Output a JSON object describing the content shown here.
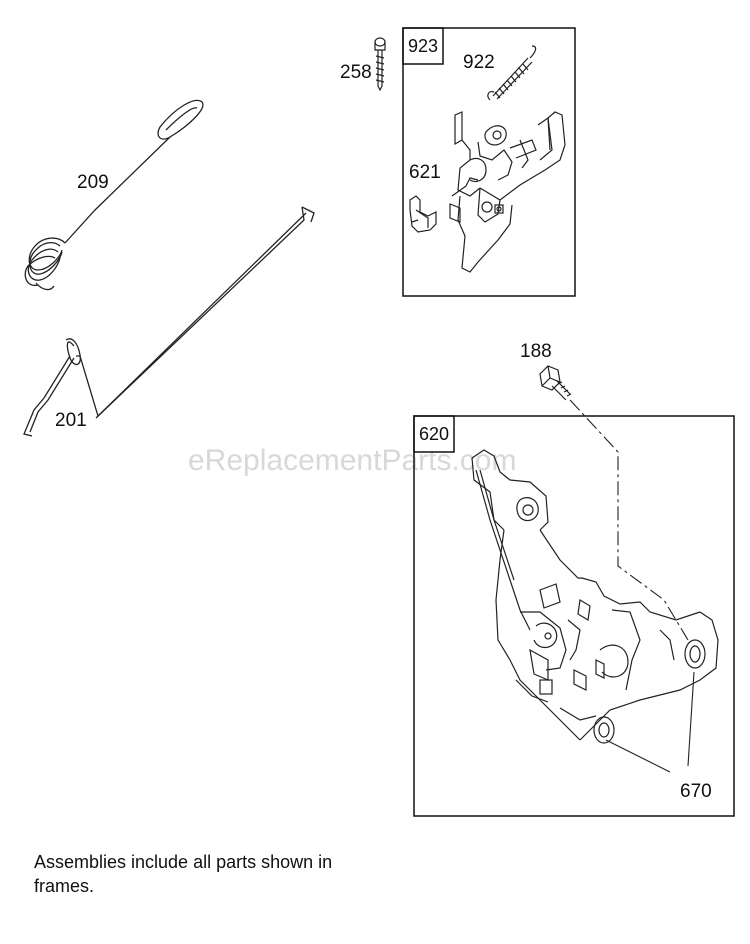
{
  "watermark": "eReplacementParts.com",
  "parts": {
    "p258": "258",
    "p923": "923",
    "p922": "922",
    "p621": "621",
    "p209": "209",
    "p201": "201",
    "p188": "188",
    "p620": "620",
    "p670": "670"
  },
  "note": "Assemblies include all parts shown in frames."
}
